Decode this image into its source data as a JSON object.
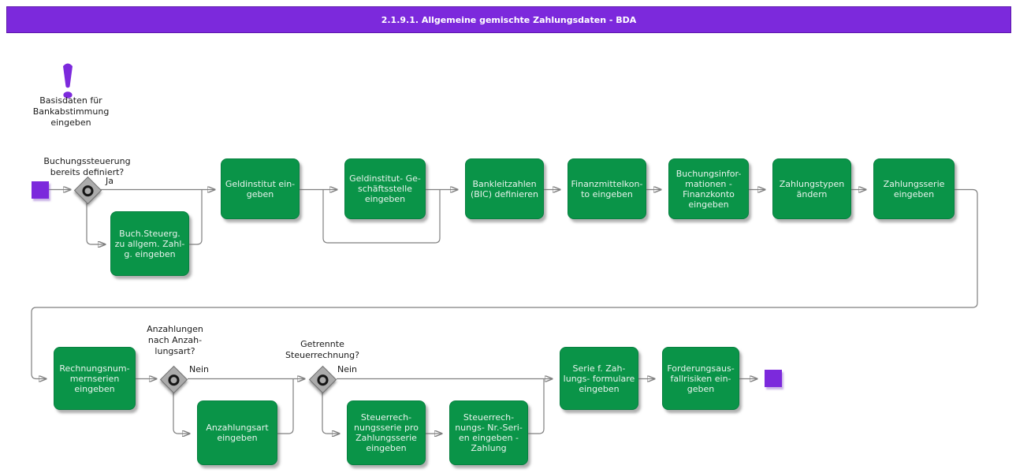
{
  "title": "2.1.9.1. Allgemeine gemischte Zahlungsdaten - BDA",
  "annotation": {
    "icon": "exclamation-icon",
    "text": "Basisdaten für\nBankabstimmung\neingeben"
  },
  "decisions": [
    {
      "question": "Buchungssteuerung\nbereits definiert?",
      "branch_label": "Ja"
    },
    {
      "question": "Anzahlungen\nnach Anzah-\nlungsart?",
      "branch_label": "Nein"
    },
    {
      "question": "Getrennte\nSteuerrechnung?",
      "branch_label": "Nein"
    }
  ],
  "tasks": [
    {
      "label": "Geldinstitut ein-\ngeben"
    },
    {
      "label": "Geldinstitut- Ge-\nschäftsstelle\neingeben"
    },
    {
      "label": "Bankleitzahlen\n(BIC) definieren"
    },
    {
      "label": "Finanzmittelkon-\nto eingeben"
    },
    {
      "label": "Buchungsinfor-\nmationen -\nFinanzkonto\neingeben"
    },
    {
      "label": "Zahlungstypen\nändern"
    },
    {
      "label": "Zahlungsserie\neingeben"
    },
    {
      "label": "Buch.Steuerg.\nzu allgem. Zahl-\ng. eingeben"
    },
    {
      "label": "Rechnungsnum-\nmernserien\neingeben"
    },
    {
      "label": "Anzahlungsart\neingeben"
    },
    {
      "label": "Steuerrech-\nnungsserie pro\nZahlungsserie\neingeben"
    },
    {
      "label": "Steuerrech-\nnungs- Nr.-Seri-\nen eingeben -\nZahlung"
    },
    {
      "label": "Serie f. Zah-\nlungs- formulare\neingeben"
    },
    {
      "label": "Forderungsaus-\nfallrisiken ein-\ngeben"
    }
  ],
  "colors": {
    "accent_purple": "#7c29dc",
    "task_green": "#0a9448",
    "connector_gray": "#7f7f7f"
  }
}
